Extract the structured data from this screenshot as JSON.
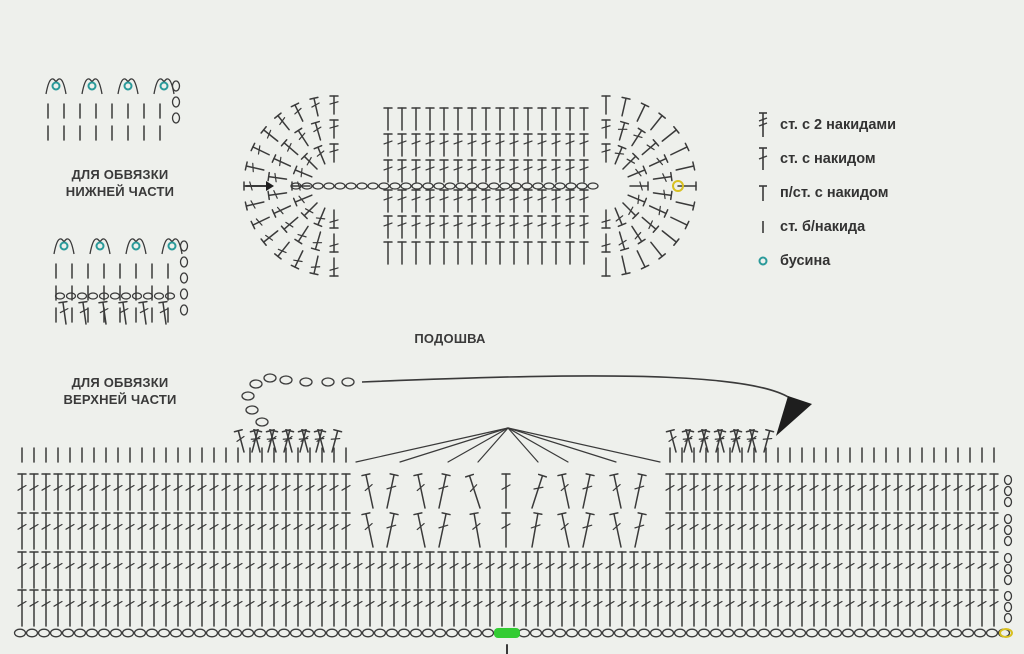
{
  "labels": {
    "bottom_edging_line1": "ДЛЯ ОБВЯЗКИ",
    "bottom_edging_line2": "НИЖНЕЙ ЧАСТИ",
    "top_edging_line1": "ДЛЯ ОБВЯЗКИ",
    "top_edging_line2": "ВЕРХНЕЙ ЧАСТИ",
    "sole": "ПОДОШВА"
  },
  "legend": [
    {
      "symbol": "dc2-icon",
      "text": "ст. с 2 накидами"
    },
    {
      "symbol": "dc-icon",
      "text": "ст. с накидом"
    },
    {
      "symbol": "hdc-icon",
      "text": "п/ст. с накидом"
    },
    {
      "symbol": "sc-icon",
      "text": "ст. б/накида"
    },
    {
      "symbol": "bead-icon",
      "text": "бусина"
    }
  ],
  "colors": {
    "ink": "#3a3a3a",
    "bead": "#2a9a9a",
    "start_marker": "#33cc33",
    "ring_marker": "#d8c020"
  }
}
